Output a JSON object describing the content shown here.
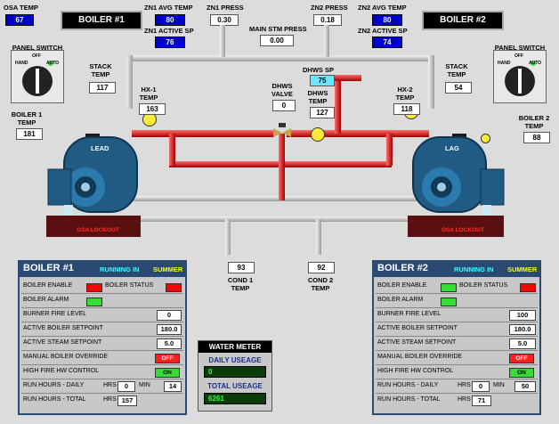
{
  "top": {
    "osa_temp_label": "OSA TEMP",
    "osa_temp_value": "67",
    "boiler1_title": "BOILER #1",
    "boiler2_title": "BOILER #2",
    "zn1_avg_temp_label": "ZN1 AVG TEMP",
    "zn1_avg_temp_value": "80",
    "zn1_active_sp_label": "ZN1 ACTIVE SP",
    "zn1_active_sp_value": "76",
    "zn1_press_label": "ZN1 PRESS",
    "zn1_press_value": "0.30",
    "main_stm_press_label": "MAIN STM PRESS",
    "main_stm_press_value": "0.00",
    "zn2_press_label": "ZN2 PRESS",
    "zn2_press_value": "0.18",
    "zn2_avg_temp_label": "ZN2 AVG TEMP",
    "zn2_avg_temp_value": "80",
    "zn2_active_sp_label": "ZN2 ACTIVE SP",
    "zn2_active_sp_value": "74"
  },
  "diagram": {
    "panel_switch_label": "PANEL SWITCH",
    "switch_off": "OFF",
    "switch_hand": "HAND",
    "switch_auto": "AUTO",
    "stack_temp_label": "STACK TEMP",
    "stack1_value": "117",
    "stack2_value": "54",
    "boiler1_temp_label": "BOILER 1 TEMP",
    "boiler1_temp_value": "181",
    "boiler2_temp_label": "BOILER 2 TEMP",
    "boiler2_temp_value": "88",
    "hx1_label": "HX-1 TEMP",
    "hx1_value": "163",
    "hx2_label": "HX-2 TEMP",
    "hx2_value": "118",
    "dhws_sp_label": "DHWS SP",
    "dhws_sp_value": "75",
    "dhws_valve_label": "DHWS VALVE",
    "dhws_valve_value": "0",
    "dhws_temp_label": "DHWS TEMP",
    "dhws_temp_value": "127",
    "cond1_label": "COND 1 TEMP",
    "cond1_value": "93",
    "cond2_label": "COND 2 TEMP",
    "cond2_value": "92",
    "lead_label": "LEAD",
    "lag_label": "LAG",
    "osa_lockout": "OSA LOCKOUT"
  },
  "boiler1_panel": {
    "title": "BOILER #1",
    "running": "RUNNING IN",
    "season": "SUMMER",
    "enable": "BOILER ENABLE",
    "status": "BOILER STATUS",
    "alarm": "BOILER ALARM",
    "fire_level": "BURNER FIRE LEVEL",
    "fire_level_value": "0",
    "active_boiler_sp": "ACTIVE BOILER SETPOINT",
    "active_boiler_sp_value": "180.0",
    "active_steam_sp": "ACTIVE STEAM SETPOINT",
    "active_steam_sp_value": "5.0",
    "manual_override": "MANUAL BOILER OVERRIDE",
    "manual_override_value": "OFF",
    "high_fire": "HIGH FIRE HW CONTROL",
    "high_fire_value": "ON",
    "run_daily": "RUN HOURS - DAILY",
    "hrs": "HRS",
    "min": "MIN",
    "run_daily_hrs": "0",
    "run_daily_min": "14",
    "run_total": "RUN HOURS - TOTAL",
    "run_total_hrs": "157",
    "enable_color": "#ff0000",
    "status_color": "#ff0000",
    "alarm_color": "#33dd33"
  },
  "boiler2_panel": {
    "title": "BOILER #2",
    "running": "RUNNING IN",
    "season": "SUMMER",
    "enable": "BOILER ENABLE",
    "status": "BOILER STATUS",
    "alarm": "BOILER ALARM",
    "fire_level": "BURNER FIRE LEVEL",
    "fire_level_value": "100",
    "active_boiler_sp": "ACTIVE BOILER SETPOINT",
    "active_boiler_sp_value": "180.0",
    "active_steam_sp": "ACTIVE STEAM SETPOINT",
    "active_steam_sp_value": "5.0",
    "manual_override": "MANUAL BOILER OVERRIDE",
    "manual_override_value": "OFF",
    "high_fire": "HIGH FIRE HW CONTROL",
    "high_fire_value": "ON",
    "run_daily": "RUN HOURS - DAILY",
    "hrs": "HRS",
    "min": "MIN",
    "run_daily_hrs": "0",
    "run_daily_min": "50",
    "run_total": "RUN HOURS - TOTAL",
    "run_total_hrs": "71",
    "enable_color": "#33dd33",
    "status_color": "#ff0000",
    "alarm_color": "#33dd33"
  },
  "water_meter": {
    "title": "WATER METER",
    "daily_label": "DAILY USEAGE",
    "daily_value": "0",
    "total_label": "TOTAL USEAGE",
    "total_value": "6261"
  }
}
